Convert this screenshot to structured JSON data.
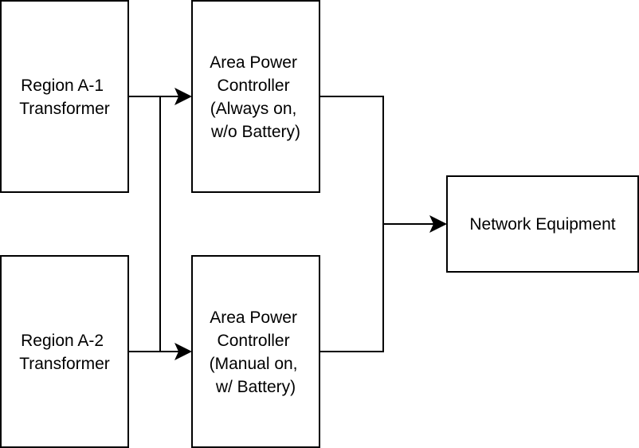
{
  "diagram": {
    "nodes": {
      "transformer_a1": {
        "lines": [
          "Region A-1",
          "Transformer"
        ]
      },
      "transformer_a2": {
        "lines": [
          "Region A-2",
          "Transformer"
        ]
      },
      "controller_always_on": {
        "lines": [
          "Area Power",
          "Controller",
          "(Always on,",
          "w/o Battery)"
        ]
      },
      "controller_manual_on": {
        "lines": [
          "Area Power",
          "Controller",
          "(Manual on,",
          "w/ Battery)"
        ]
      },
      "network_equipment": {
        "lines": [
          "Network Equipment"
        ]
      }
    },
    "edges": [
      {
        "from": "transformer_a1",
        "to": "controller_always_on"
      },
      {
        "from": "transformer_a1",
        "to": "controller_manual_on"
      },
      {
        "from": "transformer_a2",
        "to": "controller_always_on"
      },
      {
        "from": "transformer_a2",
        "to": "controller_manual_on"
      },
      {
        "from": "controller_always_on",
        "to": "network_equipment"
      },
      {
        "from": "controller_manual_on",
        "to": "network_equipment"
      }
    ],
    "colors": {
      "stroke": "#000000",
      "fill": "#ffffff",
      "text": "#000000"
    }
  }
}
